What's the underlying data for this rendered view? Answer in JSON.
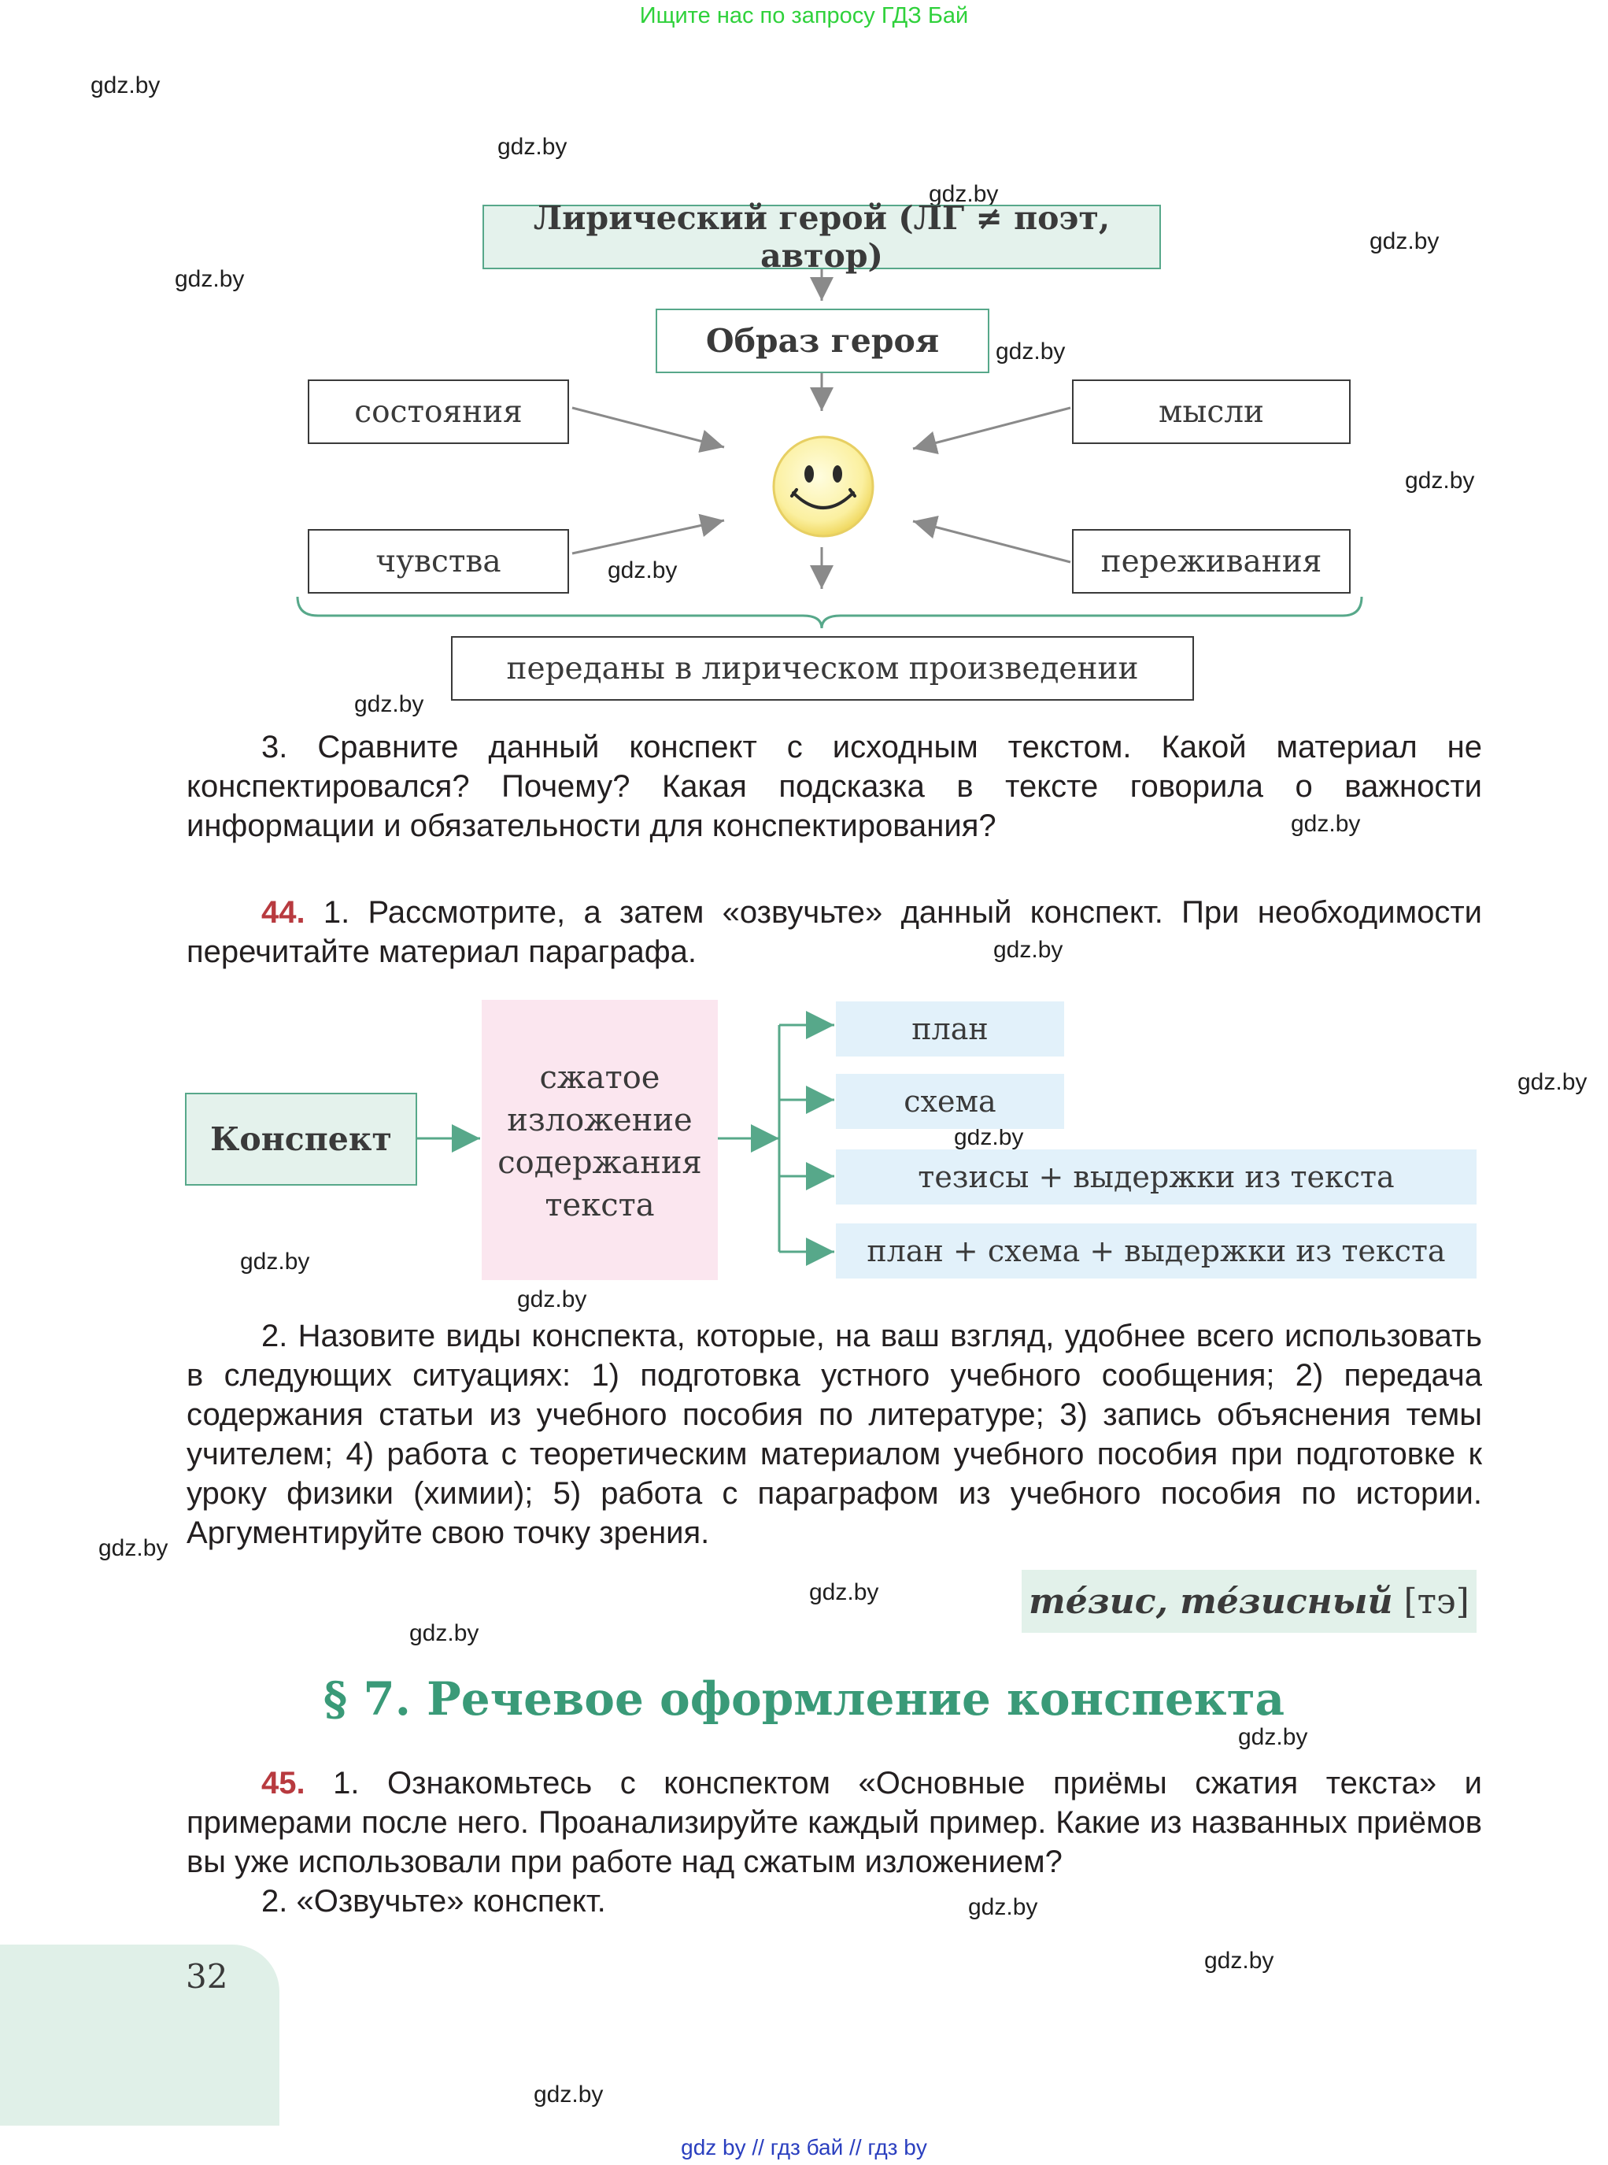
{
  "top_note": "Ищите нас по запросу ГДЗ Бай",
  "watermark": "gdz.by",
  "diagram1": {
    "title": "Лирический герой (ЛГ ≠ поэт, автор)",
    "image_box": "Образ героя",
    "left_top": "состояния",
    "left_bottom": "чувства",
    "right_top": "мысли",
    "right_bottom": "переживания",
    "bottom": "переданы в лирическом произведении",
    "center_icon": "smiley-icon"
  },
  "task3": "3. Сравните данный конспект с исходным текстом. Какой материал не конспектировался? Почему? Какая подсказка в тексте говорила о важности информации и обязательности для конспектирования?",
  "ex44": {
    "number": "44.",
    "text": "1. Рассмотрите, а затем «озвучьте» данный конспект. При необходимости перечитайте материал параграфа."
  },
  "diagram2": {
    "main": "Конспект",
    "middle_lines": [
      "сжатое",
      "изложение",
      "содержания",
      "текста"
    ],
    "types": [
      "план",
      "схема",
      "тезисы + выдержки из текста",
      "план + схема + выдержки из текста"
    ]
  },
  "task2": "2. Назовите виды конспекта, которые, на ваш взгляд, удобнее всего использовать в следующих ситуациях: 1) подготовка устного учебного сообщения; 2) передача содержания статьи из учебного пособия по литературе; 3) запись объяснения темы учителем; 4) работа с теоретическим материалом учебного пособия при подготовке к уроку физики (химии); 5) работа с параграфом из учебного пособия по истории. Аргументируйте свою точку зрения.",
  "vocab": {
    "words": "те́зис, те́зисный",
    "pron": "[тэ]"
  },
  "section_title": "§ 7. Речевое оформление конспекта",
  "ex45": {
    "number": "45.",
    "text": "1. Ознакомьтесь с конспектом «Основные приёмы сжатия текста» и примерами после него. Проанализируйте каждый пример. Какие из названных приёмов вы уже использовали при работе над сжатым изложением?",
    "text2": "2. «Озвучьте» конспект."
  },
  "page_number": "32",
  "footer": "gdz by  //  гдз бай  //  гдз by"
}
